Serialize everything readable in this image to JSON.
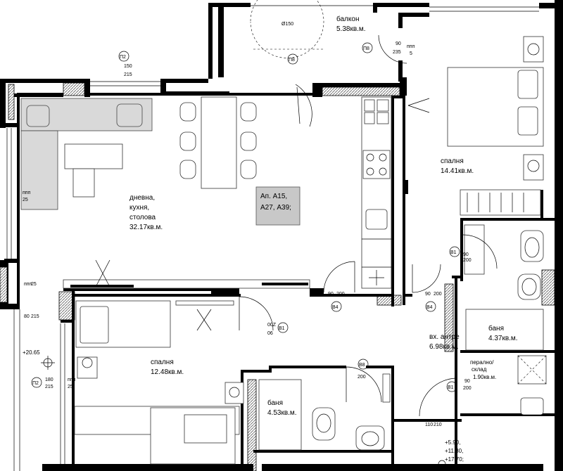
{
  "rooms": {
    "balcony": {
      "name": "балкон",
      "area": "5.38кв.м."
    },
    "living": {
      "name1": "дневна,",
      "name2": "кухня,",
      "name3": "столова",
      "area": "32.17кв.м."
    },
    "bedroom_ne": {
      "name": "спалня",
      "area": "14.41кв.м."
    },
    "bedroom_sw": {
      "name": "спалня",
      "area": "12.48кв.м."
    },
    "bath_e": {
      "name": "баня",
      "area": "4.37кв.м."
    },
    "bath_s": {
      "name": "баня",
      "area": "4.53кв.м."
    },
    "hall": {
      "name": "вх. антре",
      "area": "6.98кв.м."
    },
    "laundry": {
      "name1": "перално/",
      "name2": "склад",
      "area": "1.90кв.м."
    }
  },
  "apartment_label": {
    "line1": "Ап. А15,",
    "line2": "А27, А39;"
  },
  "levels": {
    "left": "+20.65",
    "bottom1": "+5.90,",
    "bottom2": "+11.80,",
    "bottom3": "+17.70;"
  },
  "window_tags": {
    "p8": "П8",
    "p2": "П2",
    "b1": "В1",
    "b4": "В4",
    "b8": "В8"
  },
  "dims": {
    "d150": "150",
    "d215": "215",
    "d25": "25",
    "d90": "90",
    "d235": "235",
    "d5": "5",
    "d200": "200",
    "d180": "180",
    "d80": "80",
    "d110": "110",
    "d210": "210",
    "d00z": "00Z",
    "d06": "06",
    "ppp": "ппп",
    "phi150": "Ø150"
  },
  "colors": {
    "apt_label_bg": "#c8c8c8",
    "wall": "#000000",
    "hatch": "#7a7a7a"
  }
}
